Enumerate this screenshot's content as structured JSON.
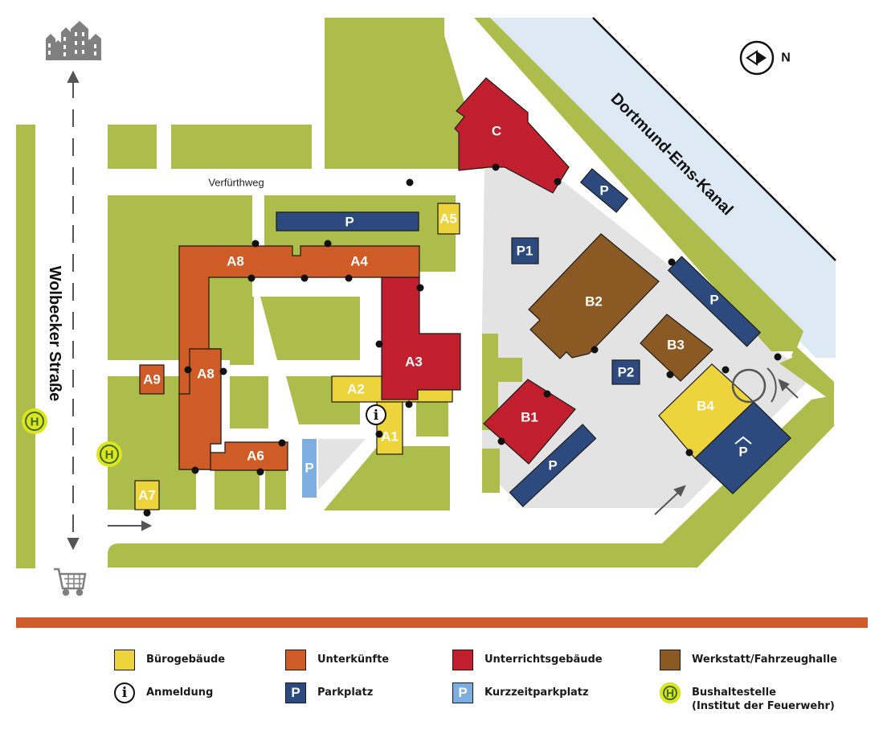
{
  "colors": {
    "green": "#adbd4c",
    "grey": "#e3e3e3",
    "water": "#ddeaf6",
    "office": "#edd33c",
    "housing": "#cf5b27",
    "teaching": "#c11f2d",
    "workshop": "#8b5a24",
    "parking": "#2c4a7e",
    "short_parking": "#7eaee0",
    "bus": "#dde51f",
    "bar": "#d05a2a"
  },
  "streets": {
    "verfurthweg": "Verfürthweg",
    "wolbecker": "Wolbecker Straße",
    "kanal": "Dortmund-Ems-Kanal"
  },
  "compass": {
    "label": "N"
  },
  "buildings": {
    "c": "C",
    "a5": "A5",
    "p_top": "P",
    "p_top_right": "P",
    "p1": "P1",
    "a8_top": "A8",
    "a4": "A4",
    "b2": "B2",
    "p_right": "P",
    "a3": "A3",
    "b3": "B3",
    "p2": "P2",
    "a9": "A9",
    "a8_side": "A8",
    "a2": "A2",
    "b4": "B4",
    "b1": "B1",
    "a1": "A1",
    "p_garage": "P",
    "a6": "A6",
    "p_short": "P",
    "p_b1": "P",
    "a7": "A7"
  },
  "icons": {
    "city": "city-buildings-icon",
    "cart": "shopping-cart-icon",
    "info": "information-icon",
    "bus": "bus-stop-icon",
    "compass": "compass-icon"
  },
  "legend": {
    "office": "Bürogebäude",
    "housing": "Unterkünfte",
    "teaching": "Unterrichtsgebäude",
    "workshop": "Werkstatt/Fahrzeughalle",
    "info_symbol": "i",
    "info": "Anmeldung",
    "parking_symbol": "P",
    "parking": "Parkplatz",
    "short_symbol": "P",
    "short": "Kurzzeitparkplatz",
    "bus_symbol": "H",
    "bus_line1": "Bushaltestelle",
    "bus_line2": "(Institut der Feuerwehr)"
  }
}
